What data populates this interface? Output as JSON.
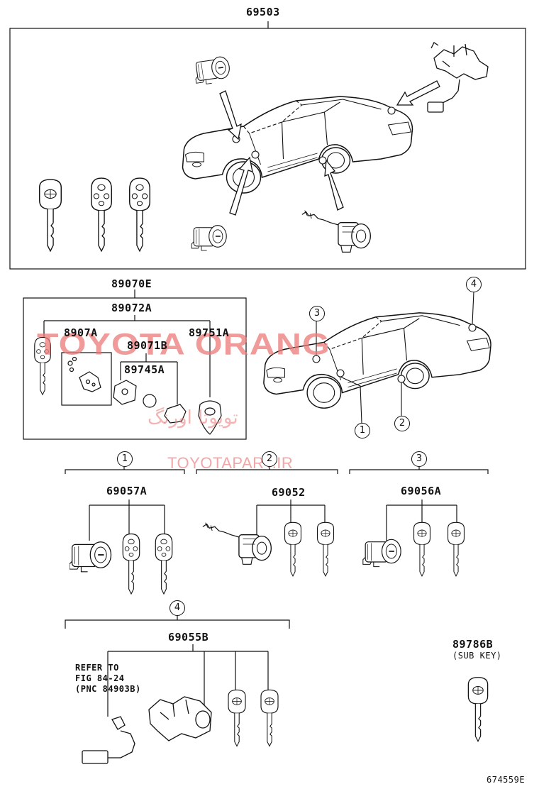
{
  "diagram": {
    "part_labels": {
      "p69503": "69503",
      "p89070E": "89070E",
      "p89072A": "89072A",
      "p8907A": "8907A",
      "p89751A": "89751A",
      "p89071B": "89071B",
      "p89745A": "89745A",
      "p69057A": "69057A",
      "p69052": "69052",
      "p69056A": "69056A",
      "p69055B": "69055B",
      "p89786B": "89786B"
    },
    "sub_key_note": "(SUB KEY)",
    "refer_note": "REFER TO\nFIG 84-24\n(PNC 84903B)",
    "callouts": {
      "c1": "1",
      "c2": "2",
      "c3": "3",
      "c4": "4"
    },
    "figure_code": "674559E"
  },
  "watermark": {
    "brand": "TOYOTA ORANG",
    "site": "TOYOTAPART.IR",
    "farsi": "تویوتا اورنگ"
  },
  "colors": {
    "line": "#111111",
    "watermark": "#eb7878"
  }
}
